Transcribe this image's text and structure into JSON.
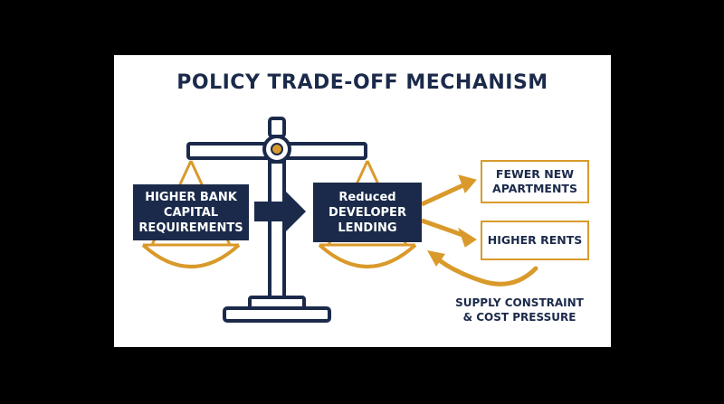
{
  "title": "POLICY TRADE-OFF MECHANISM",
  "colors": {
    "navy": "#1b2a4a",
    "gold": "#d99a2b",
    "background": "#ffffff",
    "frame": "#000000"
  },
  "icons": {
    "scale": "balance-scale-icon"
  },
  "nodes": {
    "cause": "HIGHER BANK\nCAPITAL\nREQUIREMENTS",
    "effect": "Reduced\nDEVELOPER\nLENDING",
    "outcome_1": "FEWER NEW\nAPARTMENTS",
    "outcome_2": "HIGHER RENTS"
  },
  "feedback_note": "SUPPLY CONSTRAINT\n& COST PRESSURE"
}
